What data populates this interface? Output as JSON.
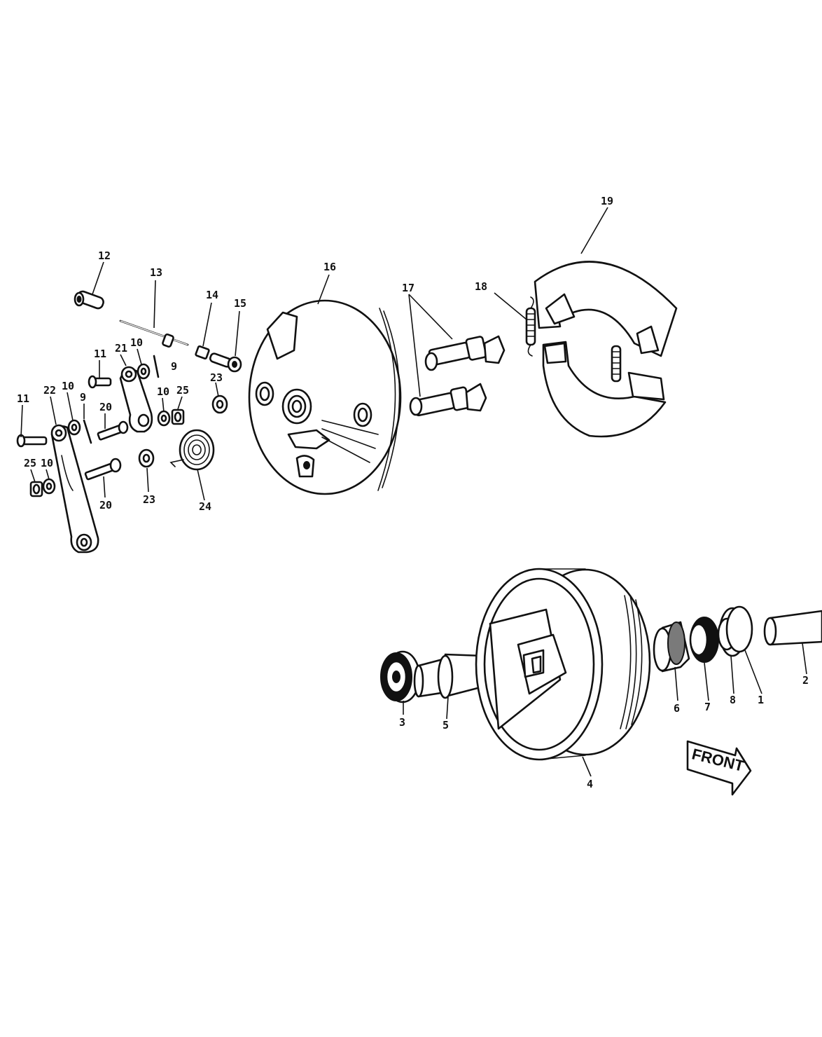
{
  "callouts": [
    {
      "id": "c1",
      "text": "1"
    },
    {
      "id": "c2",
      "text": "2"
    },
    {
      "id": "c3",
      "text": "3"
    },
    {
      "id": "c4",
      "text": "4"
    },
    {
      "id": "c5",
      "text": "5"
    },
    {
      "id": "c6",
      "text": "6"
    },
    {
      "id": "c7",
      "text": "7"
    },
    {
      "id": "c8",
      "text": "8"
    },
    {
      "id": "c9a",
      "text": "9"
    },
    {
      "id": "c9b",
      "text": "9"
    },
    {
      "id": "c10a",
      "text": "10"
    },
    {
      "id": "c10b",
      "text": "10"
    },
    {
      "id": "c10c",
      "text": "10"
    },
    {
      "id": "c10d",
      "text": "10"
    },
    {
      "id": "c11a",
      "text": "11"
    },
    {
      "id": "c11b",
      "text": "11"
    },
    {
      "id": "c12",
      "text": "12"
    },
    {
      "id": "c13",
      "text": "13"
    },
    {
      "id": "c14",
      "text": "14"
    },
    {
      "id": "c15",
      "text": "15"
    },
    {
      "id": "c16",
      "text": "16"
    },
    {
      "id": "c17",
      "text": "17"
    },
    {
      "id": "c18",
      "text": "18"
    },
    {
      "id": "c19",
      "text": "19"
    },
    {
      "id": "c20a",
      "text": "20"
    },
    {
      "id": "c20b",
      "text": "20"
    },
    {
      "id": "c21",
      "text": "21"
    },
    {
      "id": "c22",
      "text": "22"
    },
    {
      "id": "c23a",
      "text": "23"
    },
    {
      "id": "c23b",
      "text": "23"
    },
    {
      "id": "c24",
      "text": "24"
    },
    {
      "id": "c25a",
      "text": "25"
    },
    {
      "id": "c25b",
      "text": "25"
    }
  ],
  "front_badge": {
    "text": "FRONT"
  }
}
